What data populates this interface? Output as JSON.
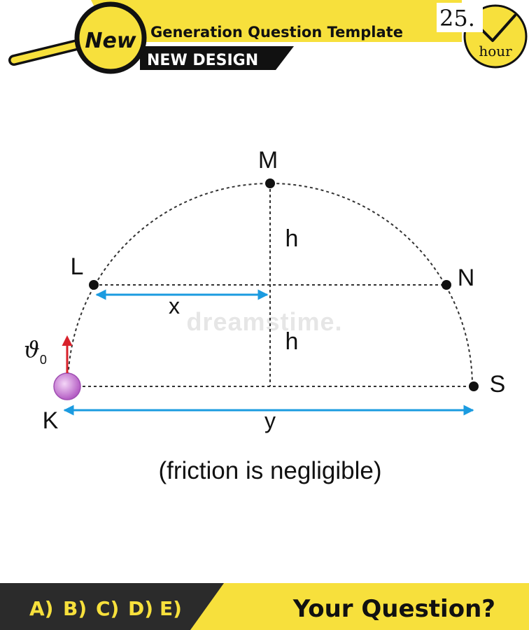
{
  "header": {
    "badge": "New",
    "title": "Generation Question Template",
    "subtitle": "NEW DESIGN",
    "timer_number": "25.",
    "timer_unit": "hour",
    "accent_color": "#f7e03c"
  },
  "diagram": {
    "points": {
      "m": "M",
      "l": "L",
      "n": "N",
      "k": "K",
      "s": "S"
    },
    "heights": {
      "upper": "h",
      "lower": "h"
    },
    "distances": {
      "x": "x",
      "y": "y"
    },
    "initial_velocity": {
      "symbol": "ϑ",
      "subscript": "0"
    },
    "note": "(friction is negligible)",
    "watermark": "dreamstime.",
    "arrow_color": "#1b9be0",
    "velocity_color": "#d8212b",
    "ball_color": "#c77fd3"
  },
  "footer": {
    "options": [
      "A)",
      "B)",
      "C)",
      "D)",
      "E)"
    ],
    "question": "Your Question?"
  }
}
